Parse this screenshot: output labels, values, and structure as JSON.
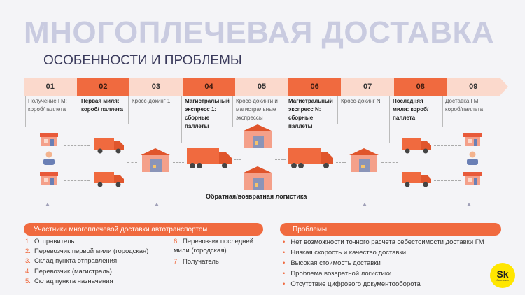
{
  "header": {
    "title": "МНОГОПЛЕЧЕВАЯ ДОСТАВКА",
    "subtitle": "ОСОБЕННОСТИ И ПРОБЛЕМЫ"
  },
  "steps": [
    {
      "num": "01",
      "label": "Получение ГМ: короб/паллета",
      "emph": false
    },
    {
      "num": "02",
      "label": "Первая миля: короб/ паллета",
      "emph": true
    },
    {
      "num": "03",
      "label": "Кросс-докинг 1",
      "emph": false
    },
    {
      "num": "04",
      "label": "Магистральный экспресс 1: сборные паллеты",
      "emph": true
    },
    {
      "num": "05",
      "label": "Кросс-докинги и магистральные экспрессы",
      "emph": false
    },
    {
      "num": "06",
      "label": "Магистральный экспресс N: сборные паллеты",
      "emph": true
    },
    {
      "num": "07",
      "label": "Кросс-докинг N",
      "emph": false
    },
    {
      "num": "08",
      "label": "Последняя миля: короб/ паллета",
      "emph": true
    },
    {
      "num": "09",
      "label": "Доставка ГМ: короб/паллета",
      "emph": false
    }
  ],
  "reverse_logistics_label": "Обратная/возвратная логистика",
  "participants": {
    "heading": "Участники многоплечевой доставки автотранспортом",
    "items": [
      {
        "num": "1.",
        "text": "Отправитель"
      },
      {
        "num": "2.",
        "text": "Перевозчик первой мили (городская)"
      },
      {
        "num": "3.",
        "text": "Склад пункта отправления"
      },
      {
        "num": "4.",
        "text": "Перевозчик (магистраль)"
      },
      {
        "num": "5.",
        "text": "Склад пункта назначения"
      },
      {
        "num": "6.",
        "text": "Перевозчик последней мили (городская)"
      },
      {
        "num": "7.",
        "text": "Получатель"
      }
    ]
  },
  "problems": {
    "heading": "Проблемы",
    "items": [
      "Нет возможности точного расчета  себестоимости доставки ГМ",
      "Низкая скорость и качество доставки",
      "Высокая стоимость  доставки",
      "Проблема возвратной логистики",
      "Отсутствие цифрового документооборота"
    ]
  },
  "logo": {
    "mark": "Sk",
    "sub": "Сколково"
  },
  "colors": {
    "accent": "#f06a3f",
    "accent_light": "#fbd9cc",
    "title_gray": "#c9cbe0"
  }
}
